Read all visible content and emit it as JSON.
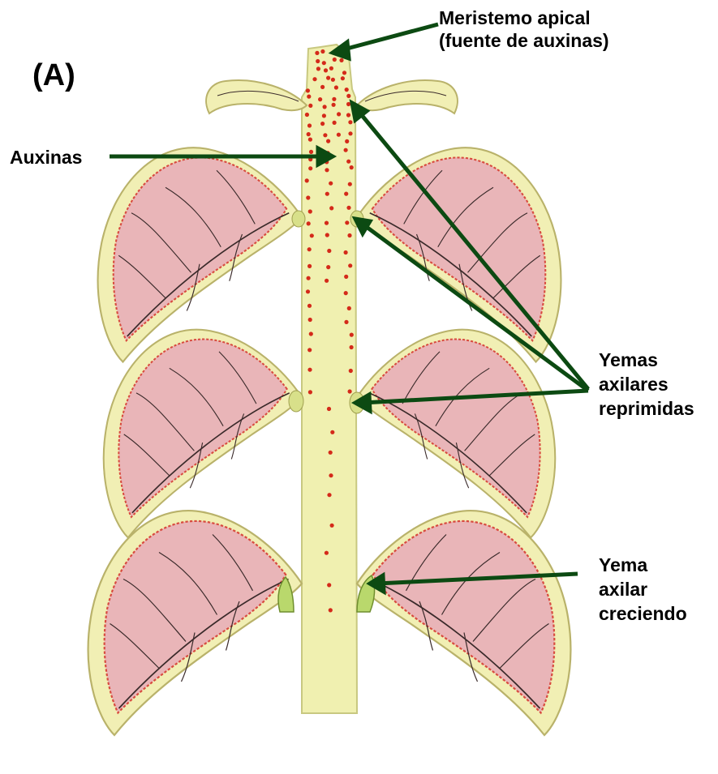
{
  "panel_letter": "(A)",
  "labels": {
    "meristem_line1": "Meristemo apical",
    "meristem_line2": "(fuente de auxinas)",
    "auxinas": "Auxinas",
    "repressed_line1": "Yemas",
    "repressed_line2": "axilares",
    "repressed_line3": "reprimidas",
    "growing_line1": "Yema",
    "growing_line2": "axilar",
    "growing_line3": "creciendo"
  },
  "colors": {
    "stem_fill": "#f0f0b0",
    "stem_outline": "#c8c880",
    "leaf_margin": "#f1efb4",
    "leaf_blade": "#e9b5b8",
    "leaf_vein": "#3a2a2a",
    "leaf_edge_red": "#d84b3f",
    "auxin_dot": "#d42a1a",
    "bud_green": "#b9d86c",
    "arrow": "#0c4a12"
  },
  "icons": [
    "plant-stem",
    "leaf",
    "axillary-bud",
    "auxin-dot",
    "arrow"
  ]
}
